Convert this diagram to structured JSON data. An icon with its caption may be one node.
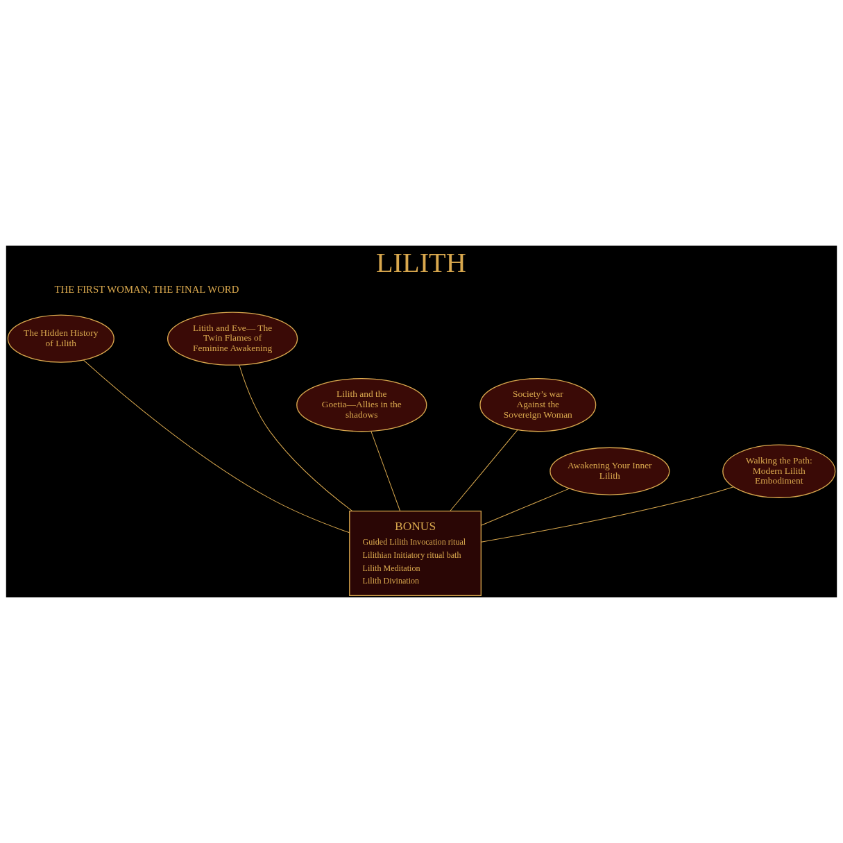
{
  "diagram": {
    "title": "LILITH",
    "nodes": [
      {
        "text": [
          "The Hidden History of Lilith"
        ]
      },
      {
        "text": [
          "Litith and Eve— The Twin Flames of Feminine Awakening"
        ]
      },
      {
        "text": [
          "Lilith and the Goetia—Allies in the shadows"
        ]
      },
      {
        "text": [
          "Society’s war Against the Sovereign Woman"
        ]
      },
      {
        "text": [
          "Awakening Your Inner Lilith"
        ]
      },
      {
        "text": [
          "Walking the Path: Modern Lilith Embodiment"
        ]
      },
      {
        "text": [
          "BONUS",
          "Guided Lilith Invocation ritual",
          "Lilithian Initiatory ritual bath",
          "Lilith Meditation",
          "Lilith Divination"
        ]
      }
    ],
    "edges": [
      {
        "from": 0,
        "to": 6,
        "arrow": "none"
      },
      {
        "from": 1,
        "to": 6,
        "arrow": "none"
      },
      {
        "from": 2,
        "to": 6,
        "arrow": "none"
      },
      {
        "from": 3,
        "to": 6,
        "arrow": "none"
      },
      {
        "from": 4,
        "to": 6,
        "arrow": "none"
      },
      {
        "from": 5,
        "to": 6,
        "arrow": "none"
      }
    ],
    "labels": [
      "THE FIRST WOMAN, THE FINAL WORD"
    ]
  }
}
